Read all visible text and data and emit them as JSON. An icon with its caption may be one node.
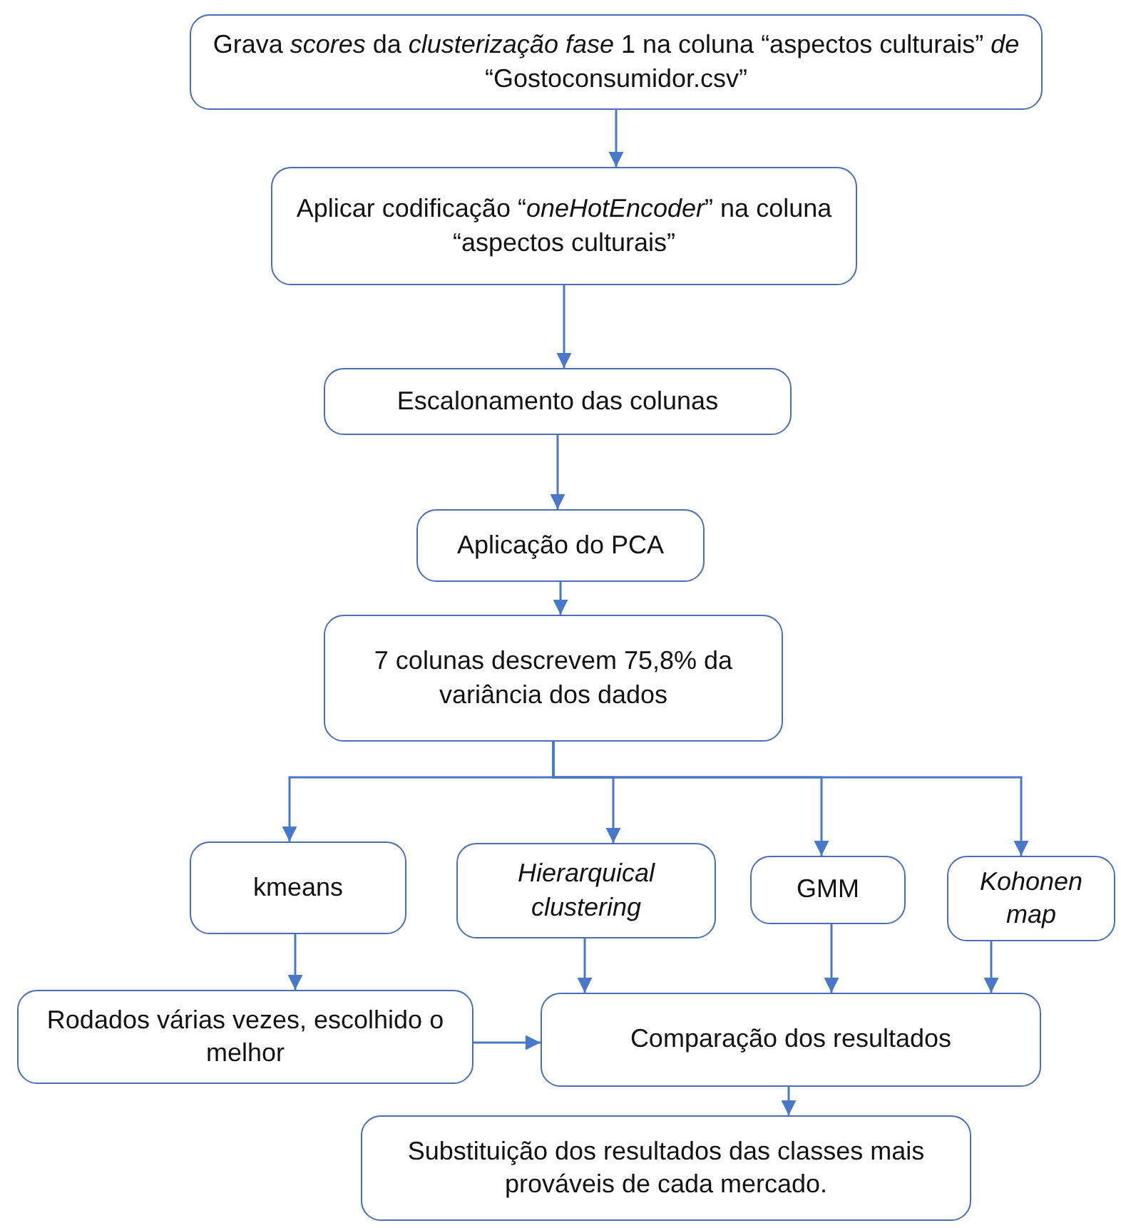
{
  "diagram": {
    "nodes": [
      {
        "text": [
          "Grava *scores* da *clusterização fase* 1 na coluna “aspectos culturais” *de* “Gostoconsumidor.csv”"
        ]
      },
      {
        "text": [
          "Aplicar codificação “*oneHotEncoder*” na coluna “aspectos culturais”"
        ]
      },
      {
        "text": [
          "Escalonamento das colunas"
        ]
      },
      {
        "text": [
          "Aplicação do PCA"
        ]
      },
      {
        "text": [
          "7 colunas descrevem 75,8% da variância dos dados"
        ]
      },
      {
        "text": [
          "kmeans"
        ]
      },
      {
        "text": [
          "Hierarquical clustering"
        ]
      },
      {
        "text": [
          "GMM"
        ]
      },
      {
        "text": [
          "Kohonen map"
        ]
      },
      {
        "text": [
          "Rodados várias vezes, escolhido o melhor"
        ]
      },
      {
        "text": [
          "Comparação dos resultados"
        ]
      },
      {
        "text": [
          "Substituição dos resultados das classes mais prováveis de cada mercado."
        ]
      }
    ],
    "edges": [
      {
        "from": 0,
        "to": 1,
        "arrow": "to"
      },
      {
        "from": 1,
        "to": 2,
        "arrow": "to"
      },
      {
        "from": 2,
        "to": 3,
        "arrow": "to"
      },
      {
        "from": 3,
        "to": 4,
        "arrow": "to"
      },
      {
        "from": 4,
        "to": 5,
        "arrow": "to"
      },
      {
        "from": 4,
        "to": 6,
        "arrow": "to"
      },
      {
        "from": 4,
        "to": 7,
        "arrow": "to"
      },
      {
        "from": 4,
        "to": 8,
        "arrow": "to"
      },
      {
        "from": 5,
        "to": 9,
        "arrow": "to"
      },
      {
        "from": 6,
        "to": 10,
        "arrow": "to"
      },
      {
        "from": 7,
        "to": 10,
        "arrow": "to"
      },
      {
        "from": 8,
        "to": 10,
        "arrow": "to"
      },
      {
        "from": 9,
        "to": 10,
        "arrow": "to"
      },
      {
        "from": 10,
        "to": 11,
        "arrow": "to"
      }
    ]
  }
}
